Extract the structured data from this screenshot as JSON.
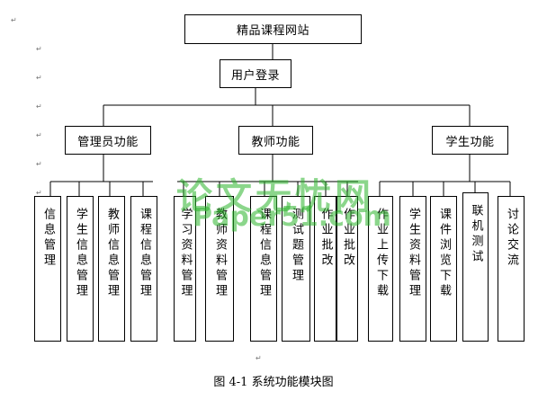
{
  "root": "精品课程网站",
  "login": "用户登录",
  "groups": {
    "admin": {
      "label": "管理员功能",
      "items": [
        "信息管理",
        "学生信息管理",
        "教师信息管理",
        "课程信息管理"
      ]
    },
    "teacher": {
      "label": "教师功能",
      "items": [
        "学习资料管理",
        "教师资料管理",
        "课程信息管理",
        "测试题管理",
        "作业批改",
        "作业批改"
      ]
    },
    "student": {
      "label": "学生功能",
      "items": [
        "作业上传下载",
        "学生资料管理",
        "课件浏览下载",
        "联机测试",
        "讨论交流"
      ]
    }
  },
  "watermark": {
    "line1": "论文无忧网",
    "line2": "Paper51.com"
  },
  "caption": "图 4-1  系统功能模块图",
  "paragraph_mark": "↵"
}
